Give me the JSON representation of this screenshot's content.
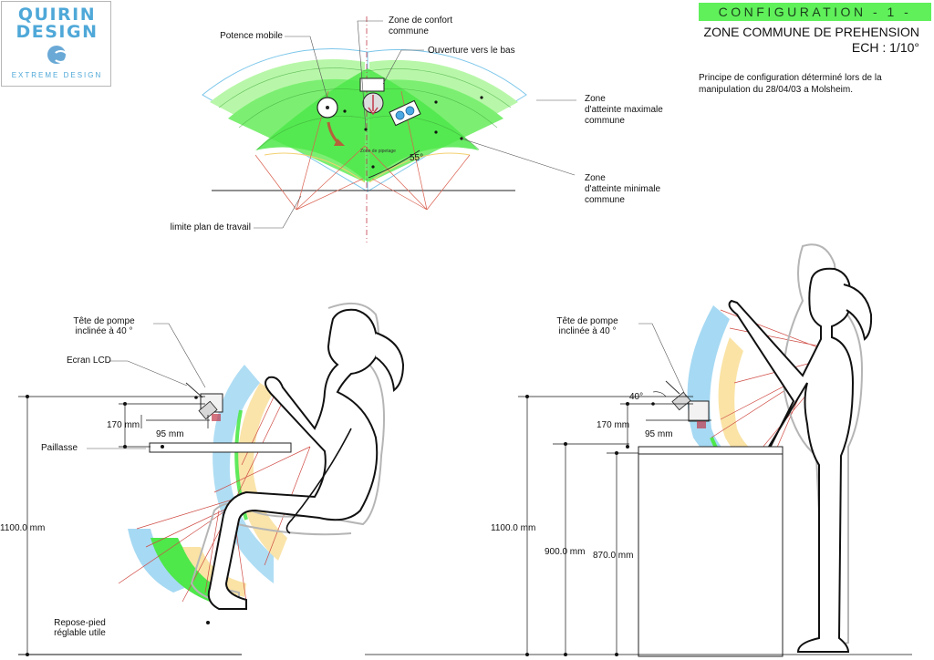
{
  "logo": {
    "line1": "QUIRIN",
    "line2": "DESIGN",
    "tagline": "EXTREME DESIGN"
  },
  "header": {
    "config_label": "CONFIGURATION - 1 -",
    "title": "ZONE COMMUNE  DE PREHENSION",
    "scale": "ECH : 1/10°",
    "note": "Principe de configuration déterminé lors de la manipulation du 28/04/03 a Molsheim."
  },
  "top_view": {
    "potence": "Potence mobile",
    "confort_1": "Zone de confort",
    "confort_2": "commune",
    "ouverture": "Ouverture vers le bas",
    "max_1": "Zone",
    "max_2": "d'atteinte maximale",
    "max_3": "commune",
    "min_1": "Zone",
    "min_2": "d'atteinte minimale",
    "min_3": "commune",
    "limite": "limite plan de travail",
    "angle": "55°",
    "pipetage": "Zone de pipetage"
  },
  "seated_view": {
    "tete_1": "Tête de pompe",
    "tete_2": "inclinée à 40 °",
    "ecran": "Ecran LCD",
    "dim_170": "170 mm",
    "dim_95": "95 mm",
    "paillasse": "Paillasse",
    "height": "1100.0 mm",
    "repose_1": "Repose-pied",
    "repose_2": "réglable utile"
  },
  "standing_view": {
    "tete_1": "Tête de pompe",
    "tete_2": "inclinée à 40 °",
    "angle": "40°",
    "dim_170": "170 mm",
    "dim_95": "95 mm",
    "height_1100": "1100.0 mm",
    "height_900": "900.0 mm",
    "height_870": "870.0 mm"
  },
  "colors": {
    "banner": "#5ff05a",
    "green_zone": "#4ee84a",
    "light_green_zone": "#a8f59a",
    "blue_zone": "#9dd4f1",
    "yellow_zone": "#fae3a5",
    "axis_red": "#c0394a",
    "logo_blue": "#4fa8d8"
  }
}
